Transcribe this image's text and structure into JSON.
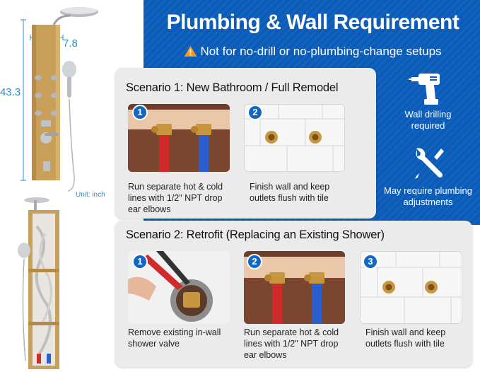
{
  "banner": {
    "title": "Plumbing & Wall Requirement",
    "subtitle": "Not for no-drill or no-plumbing-change setups",
    "color": "#0b5cb8"
  },
  "requirements": [
    {
      "label_line1": "Wall drilling",
      "label_line2": "required",
      "icon": "drill-icon"
    },
    {
      "label_line1": "May require plumbing",
      "label_line2": "adjustments",
      "icon": "wrench-screwdriver-icon"
    }
  ],
  "product": {
    "height_dim": "43.3",
    "width_dim": "7.8",
    "unit": "Unit: inch",
    "finish_color": "#c9a05a"
  },
  "scenario1": {
    "title": "Scenario 1: New Bathroom / Full Remodel",
    "steps": [
      {
        "number": "1",
        "line1": "Run separate hot & cold",
        "line2": "lines with 1/2\" NPT drop",
        "line3": "ear elbows"
      },
      {
        "number": "2",
        "line1": "Finish wall and keep",
        "line2": "outlets flush with tile",
        "line3": ""
      }
    ]
  },
  "scenario2": {
    "title": "Scenario 2: Retrofit (Replacing an Existing Shower)",
    "steps": [
      {
        "number": "1",
        "line1": "Remove existing in-wall",
        "line2": "shower valve",
        "line3": ""
      },
      {
        "number": "2",
        "line1": "Run separate hot & cold",
        "line2": "lines with 1/2\" NPT drop",
        "line3": "ear elbows"
      },
      {
        "number": "3",
        "line1": "Finish wall and keep",
        "line2": "outlets flush with tile",
        "line3": ""
      }
    ]
  },
  "colors": {
    "accent_blue": "#1068c4",
    "hot_pipe": "#d12a2a",
    "cold_pipe": "#2b5fd0",
    "brass": "#c8963e",
    "warning": "#f39a1e"
  }
}
